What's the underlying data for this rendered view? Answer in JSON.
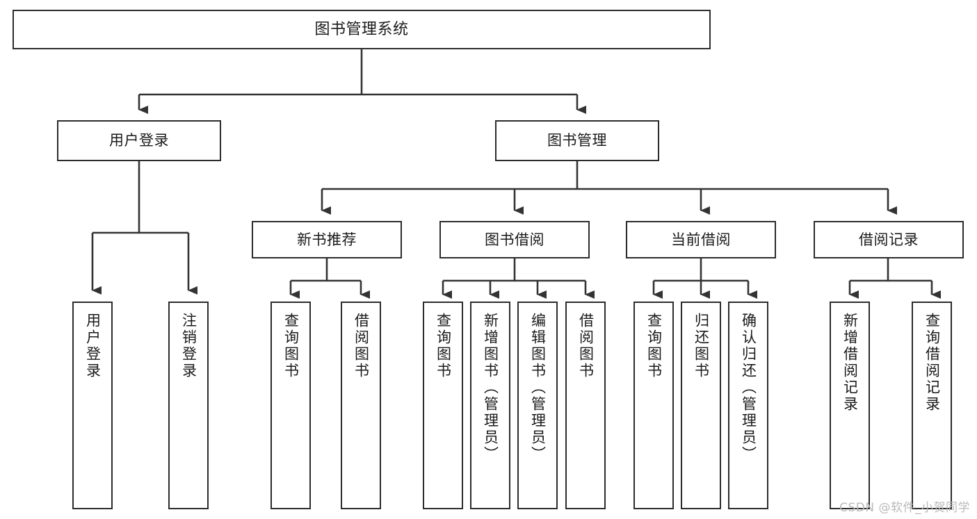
{
  "diagram": {
    "title": "图书管理系统",
    "type": "tree",
    "orientation": "top-down",
    "colors": {
      "box_border": "#2b2b2b",
      "box_fill": "#ffffff",
      "connector": "#333333",
      "text": "#1a1a1a",
      "watermark": "#b9b9b9",
      "background": "#ffffff"
    },
    "watermark": "CSDN @软件_小贺同学",
    "levels": [
      {
        "level": 1,
        "nodes": [
          {
            "id": "root",
            "label": "图书管理系统",
            "orientation": "horizontal"
          }
        ]
      },
      {
        "level": 2,
        "nodes": [
          {
            "id": "login",
            "label": "用户登录",
            "orientation": "horizontal",
            "parent": "root"
          },
          {
            "id": "bookmgmt",
            "label": "图书管理",
            "orientation": "horizontal",
            "parent": "root"
          }
        ]
      },
      {
        "level": 3,
        "nodes": [
          {
            "id": "newbook",
            "label": "新书推荐",
            "orientation": "horizontal",
            "parent": "bookmgmt"
          },
          {
            "id": "borrow",
            "label": "图书借阅",
            "orientation": "horizontal",
            "parent": "bookmgmt"
          },
          {
            "id": "current",
            "label": "当前借阅",
            "orientation": "horizontal",
            "parent": "bookmgmt"
          },
          {
            "id": "records",
            "label": "借阅记录",
            "orientation": "horizontal",
            "parent": "bookmgmt"
          }
        ]
      },
      {
        "level": 4,
        "nodes": [
          {
            "id": "leaf-user-login",
            "label": "用户登录",
            "orientation": "vertical",
            "parent": "login"
          },
          {
            "id": "leaf-user-logout",
            "label": "注销登录",
            "orientation": "vertical",
            "parent": "login"
          },
          {
            "id": "leaf-new-query",
            "label": "查询图书",
            "orientation": "vertical",
            "parent": "newbook"
          },
          {
            "id": "leaf-new-borrow",
            "label": "借阅图书",
            "orientation": "vertical",
            "parent": "newbook"
          },
          {
            "id": "leaf-borrow-query",
            "label": "查询图书",
            "orientation": "vertical",
            "parent": "borrow"
          },
          {
            "id": "leaf-borrow-add",
            "label": "新增图书（管理员）",
            "orientation": "vertical",
            "parent": "borrow"
          },
          {
            "id": "leaf-borrow-edit",
            "label": "编辑图书（管理员）",
            "orientation": "vertical",
            "parent": "borrow"
          },
          {
            "id": "leaf-borrow-lend",
            "label": "借阅图书",
            "orientation": "vertical",
            "parent": "borrow"
          },
          {
            "id": "leaf-current-query",
            "label": "查询图书",
            "orientation": "vertical",
            "parent": "current"
          },
          {
            "id": "leaf-current-return",
            "label": "归还图书",
            "orientation": "vertical",
            "parent": "current"
          },
          {
            "id": "leaf-current-confirm",
            "label": "确认归还（管理员）",
            "orientation": "vertical",
            "parent": "current"
          },
          {
            "id": "leaf-record-add",
            "label": "新增借阅记录",
            "orientation": "vertical",
            "parent": "records"
          },
          {
            "id": "leaf-record-query",
            "label": "查询借阅记录",
            "orientation": "vertical",
            "parent": "records"
          }
        ]
      }
    ]
  }
}
